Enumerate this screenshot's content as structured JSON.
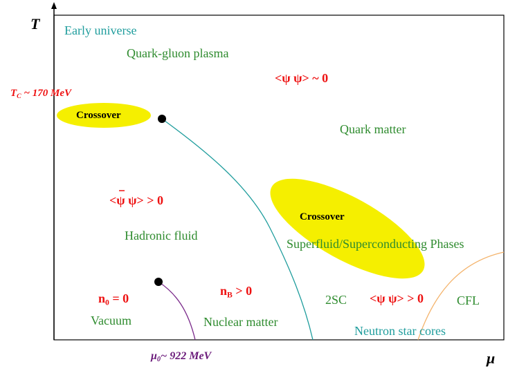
{
  "axes": {
    "y_letter": "T",
    "x_letter": "μ"
  },
  "labels": {
    "early_universe": "Early universe",
    "qgp": "Quark-gluon plasma",
    "condensate_zero": "<ψ ψ> ~ 0",
    "tc_prefix": "T",
    "tc_sub": "C",
    "tc_value": " ~ 170 MeV",
    "crossover_top": "Crossover",
    "quark_matter": "Quark matter",
    "condensate_chiral": "<ψ ψ> > 0",
    "crossover_mid": "Crossover",
    "hadronic_fluid": "Hadronic fluid",
    "superfluid": "Superfluid/Superconducting Phases",
    "n0_prefix": "n",
    "n0_sub": "0",
    "n0_rest": " = 0",
    "nb_prefix": "n",
    "nb_sub": "B",
    "nb_rest": " > 0",
    "two_sc": "2SC",
    "condensate_diquark": "<ψ ψ> > 0",
    "cfl": "CFL",
    "vacuum": "Vacuum",
    "nuclear_matter": "Nuclear matter",
    "neutron_star": "Neutron star cores",
    "mu0_prefix": "μ",
    "mu0_sub": "0",
    "mu0_value": "~ 922 MeV"
  },
  "colors": {
    "teal_line": "#1f9d9d",
    "purple_line": "#7a2a8a",
    "orange_line": "#f4b36b",
    "ellipse_fill": "#f5ef00",
    "green_text": "#2e8b2e",
    "red_text": "#ee1111"
  }
}
